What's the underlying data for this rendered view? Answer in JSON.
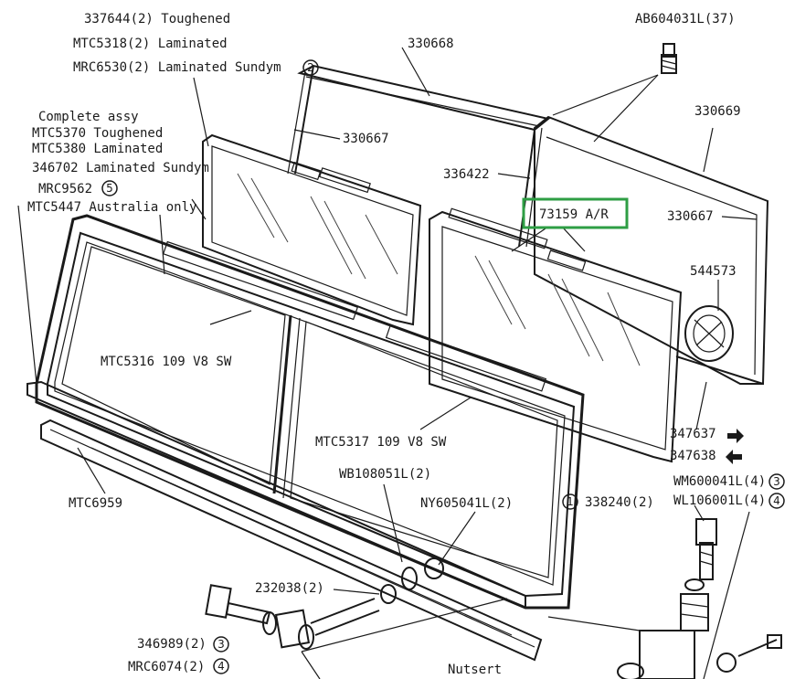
{
  "highlight_color": "#2e9e44",
  "labels": {
    "p337644": "337644(2) Toughened",
    "mtc5318": "MTC5318(2) Laminated",
    "mrc6530": "MRC6530(2) Laminated Sundym",
    "complete_assy": "Complete assy",
    "mtc5370": "MTC5370 Toughened",
    "mtc5380": "MTC5380 Laminated",
    "p346702": "346702 Laminated Sundym",
    "mrc9562": "MRC9562",
    "mtc5447": "MTC5447 Australia only",
    "p330668": "330668",
    "ab604031": "AB604031L(37)",
    "p330669": "330669",
    "p330667a": "330667",
    "p336422": "336422",
    "p73159": "73159 A/R",
    "p330667b": "330667",
    "p544573": "544573",
    "mtc5316": "MTC5316 109 V8 SW",
    "mtc5317": "MTC5317 109 V8 SW",
    "p347637": "347637",
    "p347638": "347638",
    "wm600041": "WM600041L(4)",
    "wl106001": "WL106001L(4)",
    "p338240": "338240(2)",
    "wb108051": "WB108051L(2)",
    "ny605041": "NY605041L(2)",
    "mtc6959": "MTC6959",
    "p232038": "232038(2)",
    "p346989": "346989(2)",
    "mrc6074": "MRC6074(2)",
    "nutsert": "Nutsert"
  },
  "circled": {
    "two_a": "2",
    "five": "5",
    "three_a": "3",
    "four_a": "4",
    "one": "1",
    "three_b": "3",
    "four_b": "4"
  }
}
